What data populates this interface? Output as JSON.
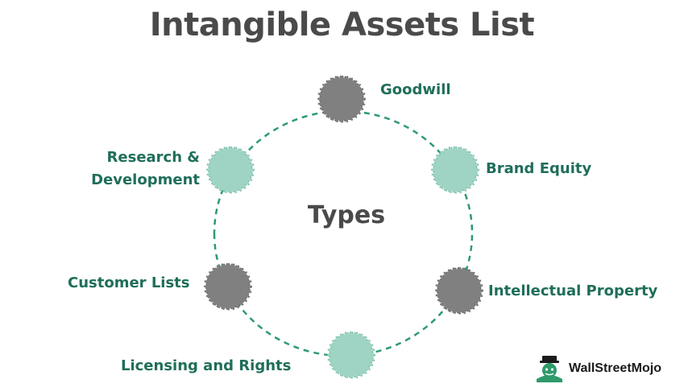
{
  "title": "Intangible Assets List",
  "center_label": "Types",
  "colors": {
    "teal": "#9fd4c4",
    "grey": "#808080",
    "label": "#1f6e5a",
    "ring": "#2e9a72",
    "title": "#4a4a4a"
  },
  "nodes": [
    {
      "label": "Goodwill",
      "fill": "grey",
      "icon": "scalloped-circle"
    },
    {
      "label": "Brand Equity",
      "fill": "teal",
      "icon": "scalloped-circle"
    },
    {
      "label": "Intellectual Property",
      "fill": "grey",
      "icon": "scalloped-circle"
    },
    {
      "label": "Licensing and Rights",
      "fill": "teal",
      "icon": "scalloped-circle"
    },
    {
      "label": "Customer Lists",
      "fill": "grey",
      "icon": "scalloped-circle"
    },
    {
      "label_line1": "Research &",
      "label_line2": "Development",
      "fill": "teal",
      "icon": "scalloped-circle"
    }
  ],
  "logo": {
    "text": "WallStreetMojo",
    "icon": "mojo-mascot-icon"
  }
}
